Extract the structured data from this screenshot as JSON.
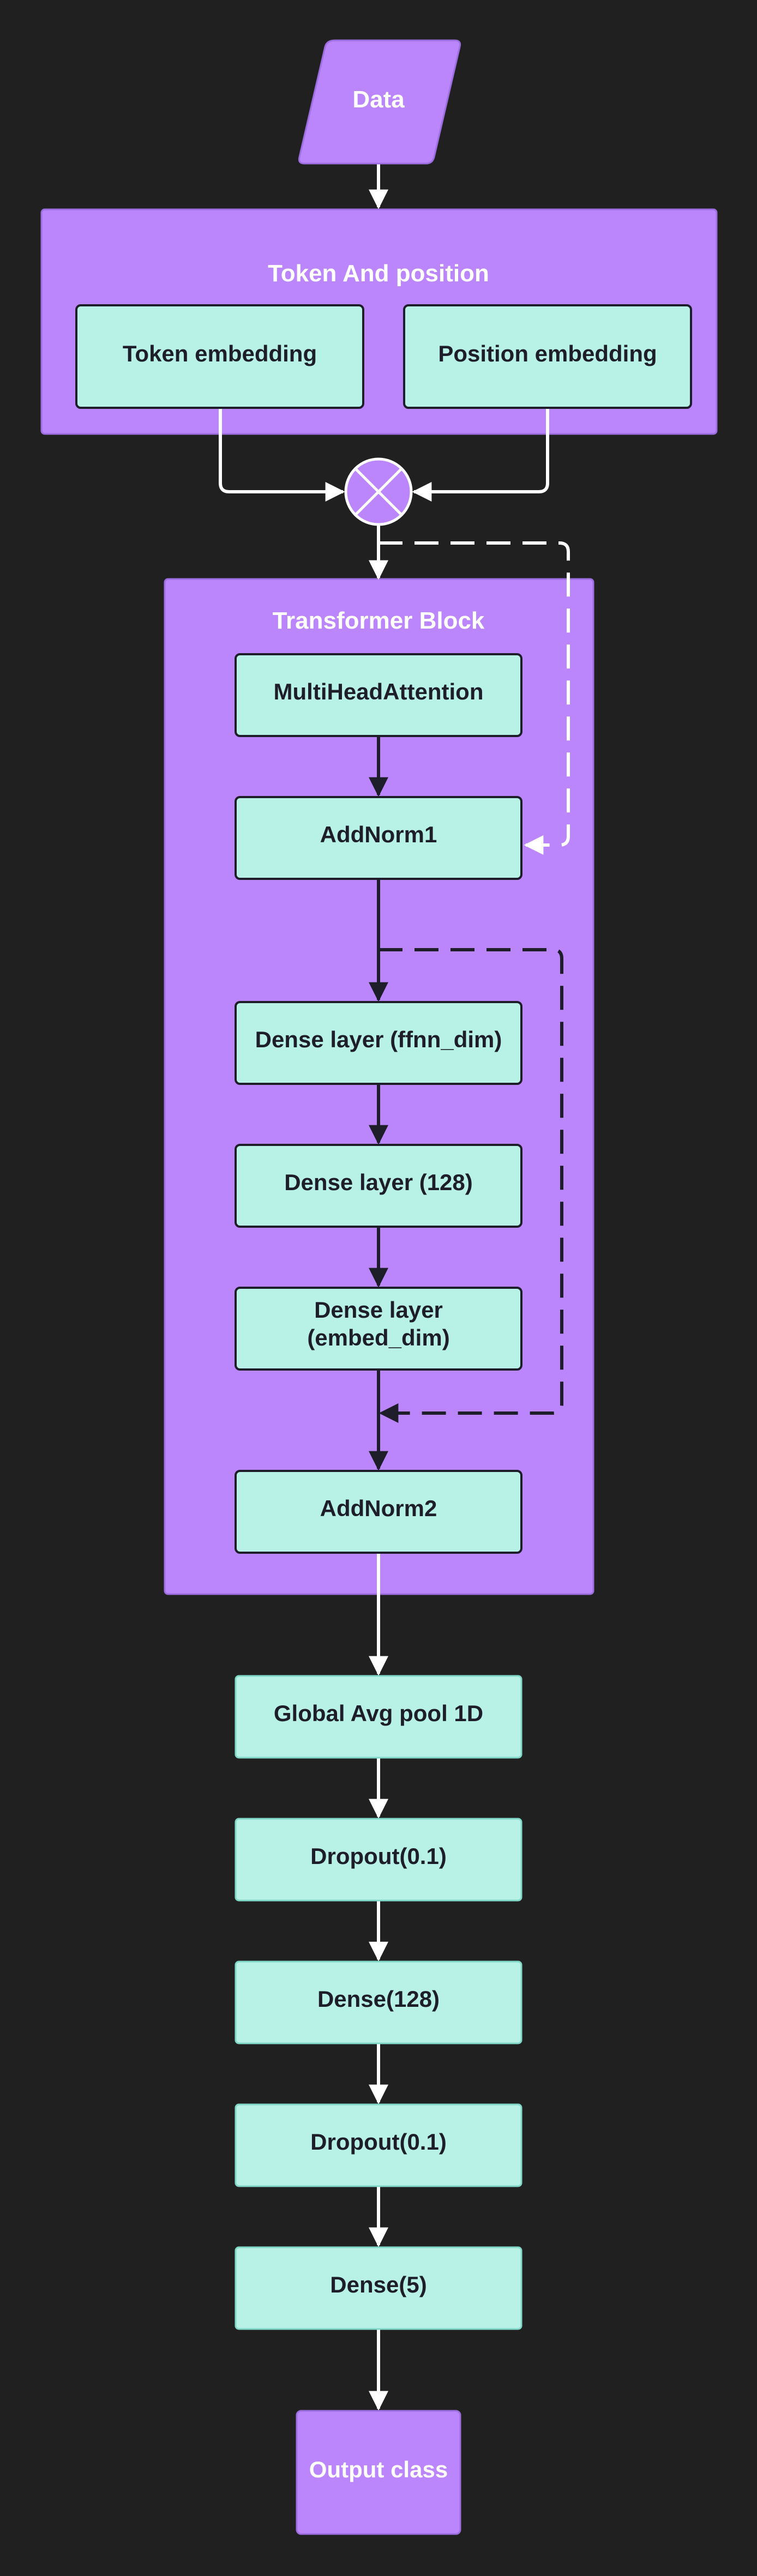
{
  "nodes": {
    "data": "Data",
    "token_position_group": "Token And position",
    "token_embedding": "Token embedding",
    "position_embedding": "Position embedding",
    "transformer_block": "Transformer Block",
    "mha": "MultiHeadAttention",
    "addnorm1": "AddNorm1",
    "dense_ffnn": "Dense layer (ffnn_dim)",
    "dense_128_inner": "Dense layer (128)",
    "dense_embed_line1": "Dense layer",
    "dense_embed_line2": "(embed_dim)",
    "addnorm2": "AddNorm2",
    "global_avg_pool": "Global Avg pool 1D",
    "dropout_1": "Dropout(0.1)",
    "dense_128": "Dense(128)",
    "dropout_2": "Dropout(0.1)",
    "dense_5": "Dense(5)",
    "output_class": "Output class"
  },
  "colors": {
    "background": "#202020",
    "purple": "#bb86fc",
    "purple_border": "#9c6ee0",
    "teal": "#b8f2e6",
    "dark_text": "#1e1e2a",
    "white_text": "#ffffff",
    "arrow_white": "#ffffff",
    "arrow_dark": "#1e1e2a"
  }
}
